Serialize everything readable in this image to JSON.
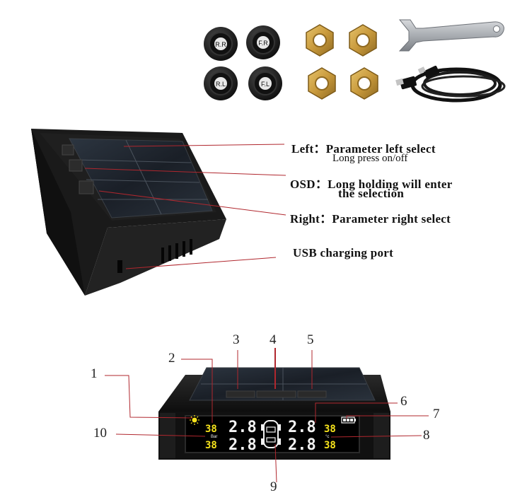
{
  "sensors": [
    {
      "label": "R.R"
    },
    {
      "label": "F.R"
    },
    {
      "label": "R.L"
    },
    {
      "label": "F.L"
    }
  ],
  "callouts": {
    "left_title": "Left：Parameter left select",
    "left_sub": "Long press on/off",
    "osd_title": "OSD：Long holding will enter",
    "osd_sub": "the selection",
    "right_title": "Right：Parameter right select",
    "usb_title": "USB charging port"
  },
  "diagram_numbers": [
    "1",
    "2",
    "3",
    "4",
    "5",
    "6",
    "7",
    "8",
    "9",
    "10"
  ],
  "display": {
    "left_top_temp": "38",
    "left_bottom_temp": "38",
    "left_unit": "Bar",
    "pressure_fl": "2.8",
    "pressure_rl": "2.8",
    "pressure_fr": "2.8",
    "pressure_rr": "2.8",
    "right_top_temp": "38",
    "right_bottom_temp": "38",
    "right_unit": "°c"
  },
  "colors": {
    "lcd_yellow": "#f5e21c",
    "lcd_white": "#f2f2f2",
    "leader_red": "#b0272e",
    "device_black": "#1c1c1c",
    "brass": "#c9a34a"
  },
  "icons": [
    "sun-icon",
    "battery-icon",
    "car-icon",
    "wrench-icon",
    "usb-cable-icon"
  ]
}
